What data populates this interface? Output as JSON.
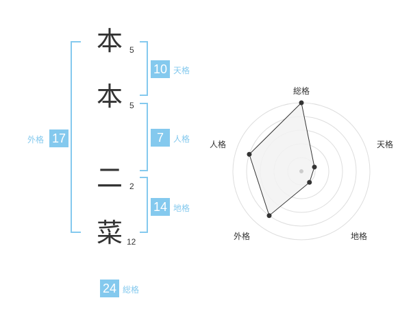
{
  "name": {
    "chars": [
      {
        "char": "本",
        "strokes": "5"
      },
      {
        "char": "本",
        "strokes": "5"
      },
      {
        "char": "二",
        "strokes": "2"
      },
      {
        "char": "菜",
        "strokes": "12"
      }
    ]
  },
  "fortunes": {
    "tenkaku": {
      "value": "10",
      "label": "天格"
    },
    "jinkaku": {
      "value": "7",
      "label": "人格"
    },
    "chikaku": {
      "value": "14",
      "label": "地格"
    },
    "gaikaku": {
      "value": "17",
      "label": "外格"
    },
    "soukaku": {
      "value": "24",
      "label": "総格"
    }
  },
  "radar": {
    "axes": [
      "総格",
      "天格",
      "地格",
      "外格",
      "人格"
    ],
    "values": [
      5,
      1,
      1,
      4,
      4
    ],
    "max": 5,
    "colors": {
      "fill": "#f2f2f2",
      "stroke": "#333333",
      "grid": "#dddddd",
      "point": "#333333",
      "center": "#cccccc"
    }
  }
}
